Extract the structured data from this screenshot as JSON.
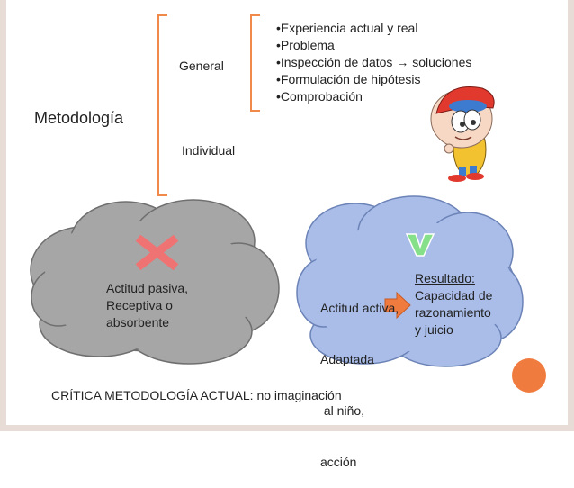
{
  "colors": {
    "bracket": "#f08a4b",
    "arrow": "#f07b3f",
    "cloud_grey": "#a6a6a6",
    "cloud_blue": "#a9bde8",
    "cross": "#f07373",
    "check": "#86e08a",
    "frame": "#e8ddd6"
  },
  "methodology": {
    "title": "Metodología",
    "general_label": "General",
    "individual_label": "Individual",
    "bullets": [
      "•Experiencia actual y real",
      "•Problema",
      "•Inspección de datos → soluciones",
      "•Formulación de hipótesis",
      "•Comprobación"
    ]
  },
  "left_cloud": {
    "icon": "cross-icon",
    "lines": [
      "Actitud pasiva,",
      "Receptiva o",
      "absorbente"
    ]
  },
  "right_cloud": {
    "icon": "check-icon",
    "left_lines": [
      "Actitud activa,",
      "Adaptada",
      " al niño,",
      "acción"
    ],
    "result_title": "Resultado:",
    "result_lines": [
      "Capacidad de",
      "razonamiento",
      "y juicio"
    ]
  },
  "critique": "CRÍTICA METODOLOGÍA ACTUAL: no imaginación"
}
